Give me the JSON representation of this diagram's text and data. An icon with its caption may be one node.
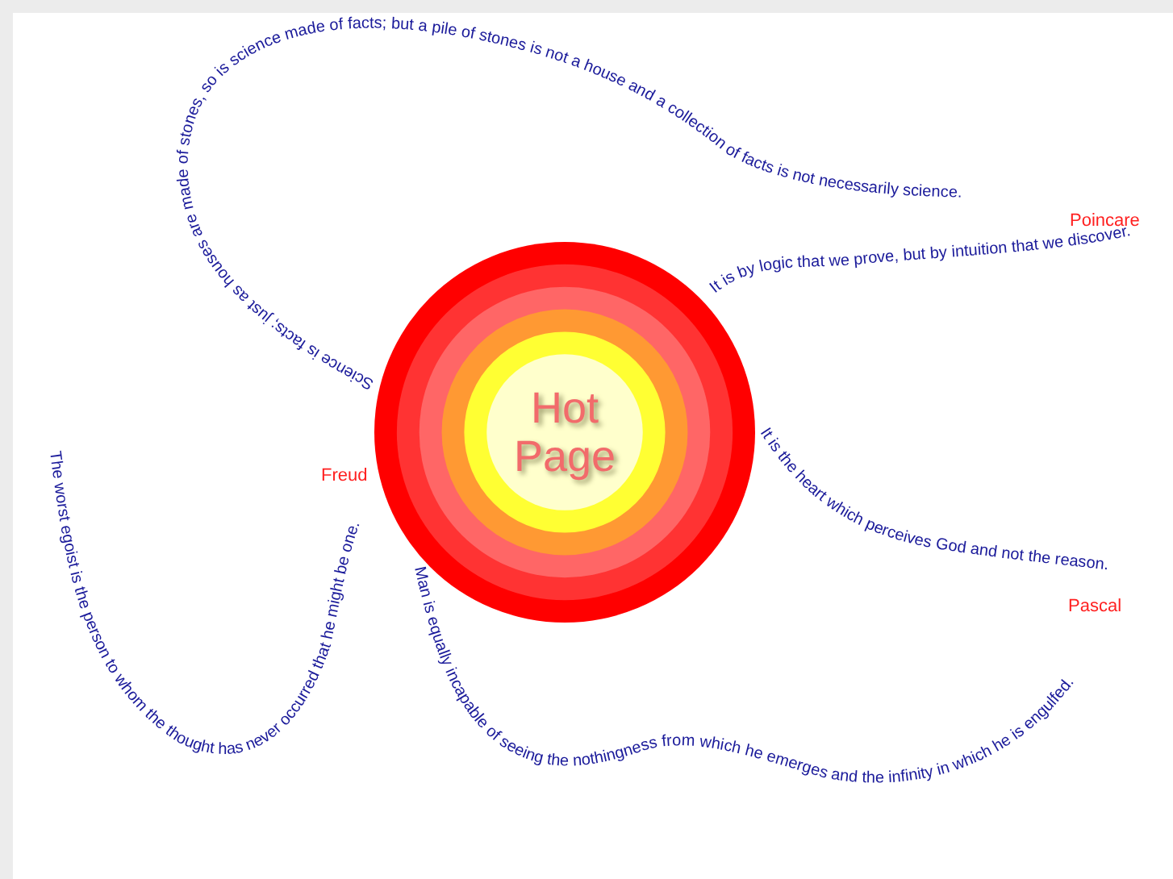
{
  "diagram": {
    "nodes": [
      {
        "text": [
          "Hot Page"
        ]
      }
    ],
    "labels": [
      "Science is facts; just as houses are made of stones, so is science made of facts; but a pile of stones is not a house and a collection of facts is not necessarily science.",
      "Poincare",
      "It is by logic that we prove, but by intuition that we discover.",
      "Freud",
      "The worst egoist is the person to whom the thought has never occurred that he might be one.",
      "It is the heart which perceives God and not the reason.",
      "Pascal",
      "Man is equally incapable of seeing the nothingness from which he emerges and the infinity in which he is engulfed."
    ]
  }
}
